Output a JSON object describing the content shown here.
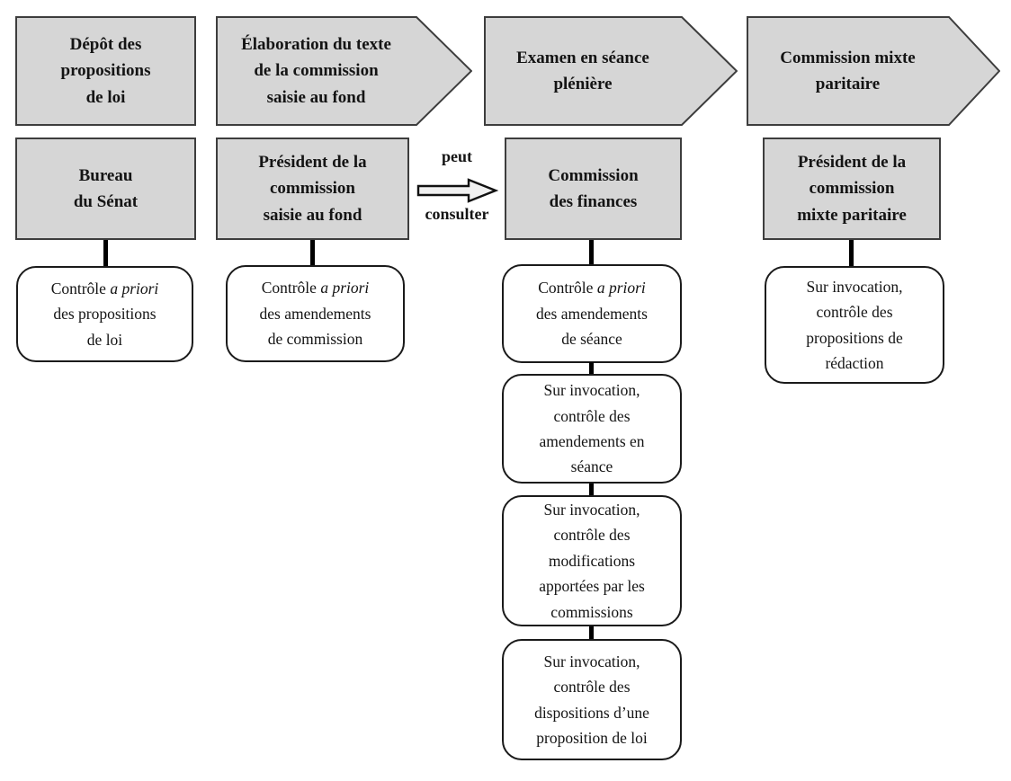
{
  "palette": {
    "stage_fill": "#d6d6d6",
    "stage_border": "#3d3d3d",
    "control_fill": "#ffffff",
    "control_border": "#1a1a1a",
    "connector": "#000000",
    "text": "#141414"
  },
  "stages": [
    {
      "label": "Dépôt des\npropositions\nde loi"
    },
    {
      "label": "Élaboration du texte\nde la commission\nsaisie au fond"
    },
    {
      "label": "Examen en séance\nplénière"
    },
    {
      "label": "Commission mixte\nparitaire"
    }
  ],
  "actors": [
    {
      "label": "Bureau\ndu Sénat"
    },
    {
      "label": "Président de la\ncommission\nsaisie au fond"
    },
    {
      "label": "Commission\ndes finances"
    },
    {
      "label": "Président de la\ncommission\nmixte paritaire"
    }
  ],
  "consult": {
    "top": "peut",
    "bottom": "consulter"
  },
  "controls": {
    "bureau": {
      "pre": "Contrôle ",
      "italic": "a priori",
      "post": "\ndes propositions\nde loi"
    },
    "commission_fond": {
      "pre": "Contrôle ",
      "italic": "a priori",
      "post": "\ndes amendements\nde commission"
    },
    "finances_1": {
      "pre": "Contrôle ",
      "italic": "a priori",
      "post": "\ndes amendements\nde séance"
    },
    "finances_2": {
      "text": "Sur invocation,\ncontrôle des\namendements en\nséance"
    },
    "finances_3": {
      "text": "Sur invocation,\ncontrôle des\nmodifications\napportées par les\ncommissions"
    },
    "finances_4": {
      "text": "Sur invocation,\ncontrôle des\ndispositions d’une\nproposition de loi"
    },
    "cmp": {
      "text": "Sur invocation,\ncontrôle des\npropositions de\nrédaction"
    }
  }
}
